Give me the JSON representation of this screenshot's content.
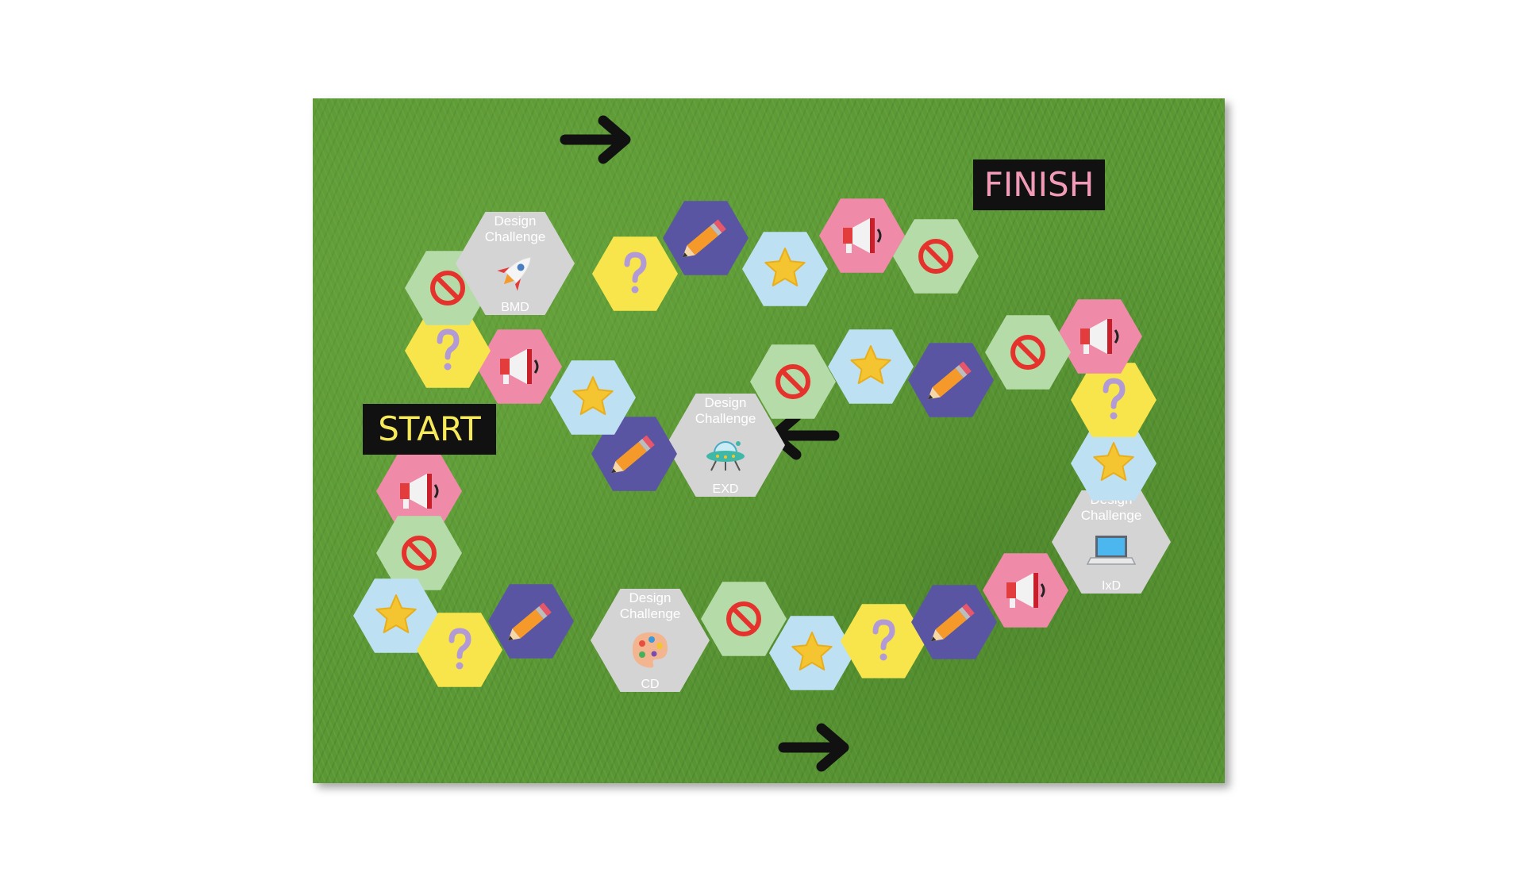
{
  "labels": {
    "start": "START",
    "finish": "FINISH"
  },
  "challenge_heading": [
    "Design",
    "Challenge"
  ],
  "challenges": {
    "cd": "CD",
    "ixd": "IxD",
    "exd": "EXD",
    "bmd": "BMD"
  },
  "colors": {
    "start_text": "#f6ea5a",
    "finish_text": "#f29bb6",
    "label_bg": "#111111",
    "tile_pink": "#ef8aa8",
    "tile_green": "#b5dba8",
    "tile_blue": "#bee0f3",
    "tile_yellow": "#f8e54b",
    "tile_purple": "#5a55a3",
    "tile_gray": "#d4d4d4"
  },
  "tile_path": [
    {
      "type": "megaphone"
    },
    {
      "type": "stop"
    },
    {
      "type": "star"
    },
    {
      "type": "question"
    },
    {
      "type": "pencil"
    },
    {
      "type": "challenge",
      "icon": "palette-icon",
      "label_key": "cd"
    },
    {
      "type": "stop"
    },
    {
      "type": "star"
    },
    {
      "type": "question"
    },
    {
      "type": "pencil"
    },
    {
      "type": "megaphone"
    },
    {
      "type": "challenge",
      "icon": "laptop-icon",
      "label_key": "ixd"
    },
    {
      "type": "star"
    },
    {
      "type": "question"
    },
    {
      "type": "megaphone"
    },
    {
      "type": "stop"
    },
    {
      "type": "pencil"
    },
    {
      "type": "star"
    },
    {
      "type": "stop"
    },
    {
      "type": "challenge",
      "icon": "ufo-icon",
      "label_key": "exd"
    },
    {
      "type": "pencil"
    },
    {
      "type": "star"
    },
    {
      "type": "megaphone"
    },
    {
      "type": "question"
    },
    {
      "type": "stop"
    },
    {
      "type": "challenge",
      "icon": "rocket-icon",
      "label_key": "bmd"
    },
    {
      "type": "question"
    },
    {
      "type": "pencil"
    },
    {
      "type": "star"
    },
    {
      "type": "megaphone"
    },
    {
      "type": "stop"
    }
  ],
  "arrows": [
    {
      "direction": "right"
    },
    {
      "direction": "left"
    },
    {
      "direction": "right"
    }
  ]
}
